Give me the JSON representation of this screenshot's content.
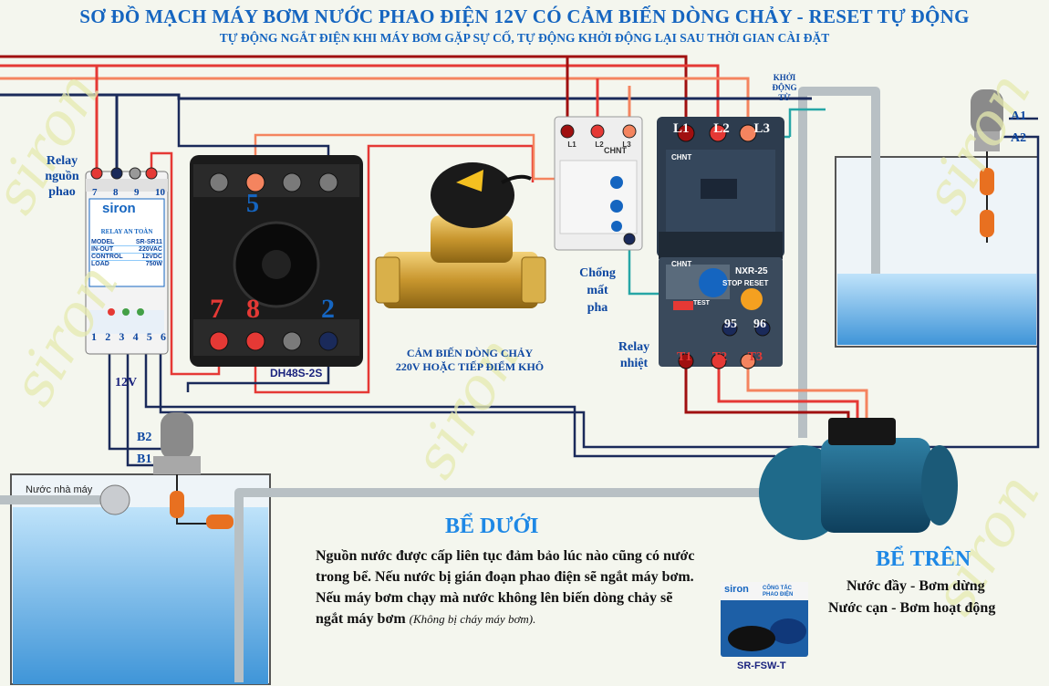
{
  "title": "SƠ ĐỒ MẠCH MÁY BƠM NƯỚC PHAO ĐIỆN 12V CÓ CẢM BIẾN DÒNG CHẢY - RESET TỰ ĐỘNG",
  "subtitle": "TỰ ĐỘNG NGẮT ĐIỆN KHI MÁY BƠM GẶP SỰ CỐ, TỰ ĐỘNG KHỞI ĐỘNG LẠI SAU THỜI GIAN CÀI ĐẶT",
  "watermark": "siron",
  "relay_power": {
    "label_line1": "Relay",
    "label_line2": "nguồn",
    "label_line3": "phao",
    "brand": "siron",
    "top_terms": [
      "7",
      "8",
      "9",
      "10"
    ],
    "bottom_terms": [
      "1",
      "2",
      "3",
      "4",
      "5",
      "6"
    ],
    "spec_title": "RELAY AN TOÀN",
    "spec_rows": [
      {
        "k": "MODEL",
        "v": "SR-SR11"
      },
      {
        "k": "IN-OUT",
        "v": "220VAC"
      },
      {
        "k": "CONTROL",
        "v": "12VDC"
      },
      {
        "k": "LOAD",
        "v": "750W"
      }
    ],
    "voltage": "12V"
  },
  "timer": {
    "model": "DH48S-2S",
    "top_num": "5",
    "bottom_nums": [
      "7",
      "8",
      "",
      "2"
    ]
  },
  "flow_sensor": {
    "label_line1": "CẢM BIẾN DÒNG CHẢY",
    "label_line2": "220V HOẶC TIẾP ĐIỂM KHÔ"
  },
  "phase_relay": {
    "brand": "CHNT",
    "terms": [
      "L1",
      "L2",
      "L3"
    ],
    "label_line1": "Chống",
    "label_line2": "mất",
    "label_line3": "pha"
  },
  "contactor": {
    "label_line1": "KHỞI",
    "label_line2": "ĐỘNG",
    "label_line3": "TỪ",
    "brand": "CHNT",
    "top_terms": [
      "L1",
      "L2",
      "L3"
    ],
    "bottom_terms": [
      "T1",
      "T2",
      "T3"
    ]
  },
  "thermal_relay": {
    "brand": "CHNT",
    "model": "NXR-25",
    "stop": "STOP",
    "reset": "RESET",
    "test": "TEST",
    "nc_terms": [
      "95",
      "96"
    ],
    "label_line1": "Relay",
    "label_line2": "nhiệt"
  },
  "float_labels": {
    "a1": "A1",
    "a2": "A2",
    "b1": "B1",
    "b2": "B2"
  },
  "lower_tank": {
    "inlet": "Nước nhà máy",
    "heading": "BỂ DƯỚI",
    "desc": "Nguồn nước được cấp liên tục đảm bảo lúc nào cũng có nước trong bể. Nếu nước bị gián đoạn phao điện sẽ ngắt máy bơm. Nếu máy bơm chạy mà nước không lên biến dòng chảy sẽ ngắt máy bơm",
    "note": "(Không bị cháy máy bơm)."
  },
  "upper_tank": {
    "heading": "BỂ TRÊN",
    "line1": "Nước đầy - Bơm dừng",
    "line2": "Nước cạn - Bơm hoạt động"
  },
  "product": {
    "brand": "siron",
    "box_title": "CÔNG TẮC PHAO ĐIỆN",
    "model": "SR-FSW-T"
  },
  "colors": {
    "title": "#1565c0",
    "wire_dark_red": "#a01010",
    "wire_red": "#e53935",
    "wire_orange": "#f4845f",
    "wire_navy": "#1a2a5a",
    "wire_teal": "#26a6a6",
    "water": "#4fa3e0"
  }
}
